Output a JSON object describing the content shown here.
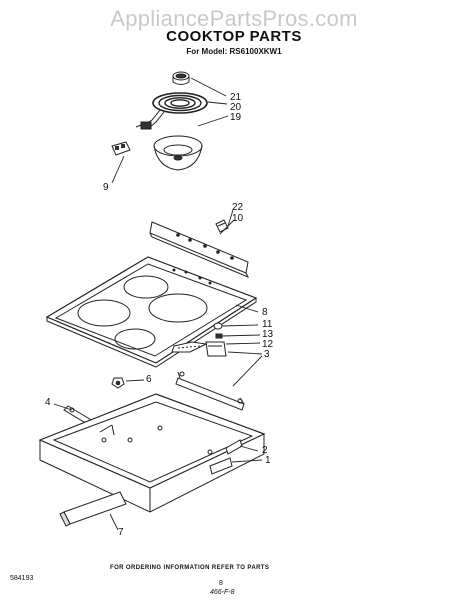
{
  "header": {
    "watermark": "AppliancePartsPros.com",
    "title": "COOKTOP PARTS",
    "model": "For Model: RS6100XKW1"
  },
  "callouts": [
    "21",
    "20",
    "19",
    "9",
    "22",
    "10",
    "8",
    "11",
    "13",
    "12",
    "3",
    "6",
    "4",
    "2",
    "1",
    "7"
  ],
  "footer": {
    "ordering_note": "FOR ORDERING INFORMATION REFER TO PARTS",
    "doc_code": "584193",
    "page_number": "8",
    "page_code": "466-F-8"
  }
}
